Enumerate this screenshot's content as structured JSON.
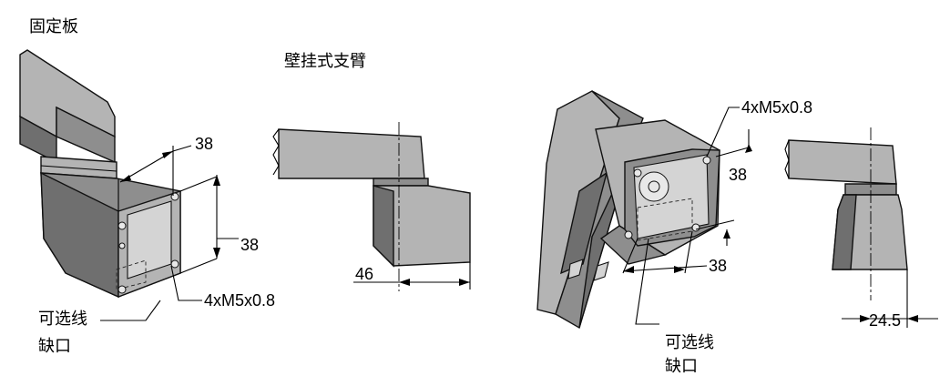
{
  "labels": {
    "fixed_plate": "固定板",
    "wall_arm": "壁挂式支臂",
    "optional_notch_line1_left": "可选线",
    "optional_notch_line2_left": "缺口",
    "optional_notch_line1_right": "可选线",
    "optional_notch_line2_right": "缺口"
  },
  "dimensions": {
    "left_top_38": "38",
    "left_side_38": "38",
    "left_thread": "4xM5x0.8",
    "mid_46": "46",
    "right_thread": "4xM5x0.8",
    "right_side_38": "38",
    "right_bottom_38": "38",
    "far_right_24_5": "24.5"
  },
  "colors": {
    "body": "#8e8e8e",
    "body_light": "#b4b4b4",
    "body_dark": "#6f6f6f",
    "inner": "#d4d4d4",
    "line": "#000000"
  }
}
